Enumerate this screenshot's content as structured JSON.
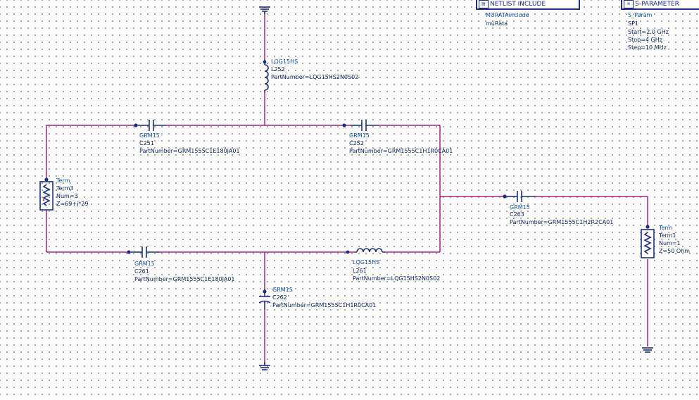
{
  "colors": {
    "wire": "#b01f7e",
    "component": "#1a2c8c",
    "label": "#0a4fb4",
    "value": "#0b1e5c",
    "grid_dot": "#8a8a8a"
  },
  "header_boxes": {
    "netlist": {
      "icon": "netlist-include-icon",
      "label": "NETLIST INCLUDE"
    },
    "sparams": {
      "icon": "s-parameters-icon",
      "label": "S-PARAMETER"
    }
  },
  "blocks": {
    "murata": {
      "type": "MURATAinclude",
      "name": "muRata"
    },
    "sparam": {
      "type": "S_Param",
      "name": "SP1",
      "start": "Start=2.0 GHz",
      "stop": "Stop=4 GHz",
      "step": "Step=10 MHz"
    }
  },
  "components": {
    "l252": {
      "lib": "LQG15HS",
      "name": "L252",
      "part": "PartNumber=LQG15HS2N0S02"
    },
    "c251": {
      "lib": "GRM15",
      "name": "C251",
      "part": "PartNumber=GRM1555C1E180JA01"
    },
    "c252": {
      "lib": "GRM15",
      "name": "C252",
      "part": "PartNumber=GRM1555C1H1R0CA01"
    },
    "term3": {
      "lib": "Term",
      "name": "Term3",
      "num": "Num=3",
      "z": "Z=69+j*29"
    },
    "c263": {
      "lib": "GRM15",
      "name": "C263",
      "part": "PartNumber=GRM1555C1H2R2CA01"
    },
    "term1": {
      "lib": "Term",
      "name": "Term1",
      "num": "Num=1",
      "z": "Z=50 Ohm"
    },
    "c261": {
      "lib": "GRM15",
      "name": "C261",
      "part": "PartNumber=GRM1555C1E180JA01"
    },
    "l261": {
      "lib": "LQG15HS",
      "name": "L261",
      "part": "PartNumber=LQG15HS2N0S02"
    },
    "c262": {
      "lib": "GRM15",
      "name": "C262",
      "part": "PartNumber=GRM1555C1H1R0CA01"
    }
  }
}
